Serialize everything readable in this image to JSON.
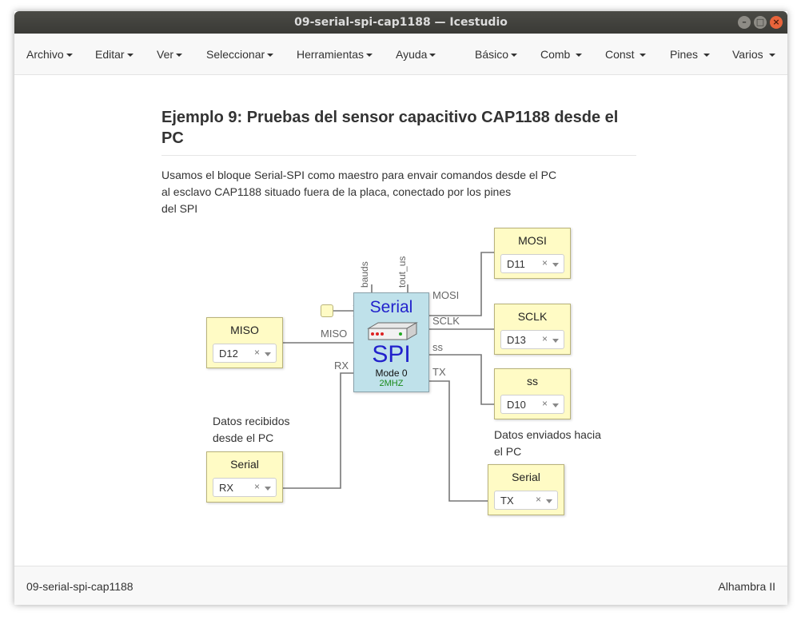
{
  "window": {
    "title": "09-serial-spi-cap1188 — Icestudio"
  },
  "menu": {
    "items": [
      "Archivo",
      "Editar",
      "Ver",
      "Seleccionar",
      "Herramientas",
      "Ayuda",
      "Básico",
      "Comb",
      "Const",
      "Pines",
      "Varios"
    ]
  },
  "page": {
    "heading": "Ejemplo 9: Pruebas del sensor capacitivo CAP1188 desde el PC",
    "paragraph_lines": [
      "Usamos el bloque Serial-SPI como maestro para envair comandos desde el PC",
      "al esclavo CAP1188 situado fuera de la placa, conectado por los pines",
      "del SPI"
    ]
  },
  "diagram": {
    "block": {
      "title": "Serial",
      "subtitle": "SPI",
      "mode": "Mode 0",
      "freq": "2MHZ",
      "params": [
        "bauds",
        "tout_us"
      ],
      "left_ports": [
        "MISO",
        "RX"
      ],
      "right_ports": [
        "MOSI",
        "SCLK",
        "ss",
        "TX"
      ]
    },
    "io": {
      "mosi": {
        "label": "MOSI",
        "pin": "D11"
      },
      "sclk": {
        "label": "SCLK",
        "pin": "D13"
      },
      "ss": {
        "label": "ss",
        "pin": "D10"
      },
      "miso": {
        "label": "MISO",
        "pin": "D12"
      },
      "serial_rx": {
        "label": "Serial",
        "pin": "RX"
      },
      "serial_tx": {
        "label": "Serial",
        "pin": "TX"
      }
    },
    "notes": {
      "rx": [
        "Datos recibidos",
        "desde el PC"
      ],
      "tx": [
        "Datos enviados hacia",
        "el PC"
      ]
    },
    "clear_glyph": "×"
  },
  "status": {
    "left": "09-serial-spi-cap1188",
    "right": "Alhambra II"
  },
  "colors": {
    "io_fill": "#fffbc5",
    "block_fill": "#bfe1ea",
    "block_text": "#2222cc",
    "freq_text": "#1a8a1a"
  }
}
